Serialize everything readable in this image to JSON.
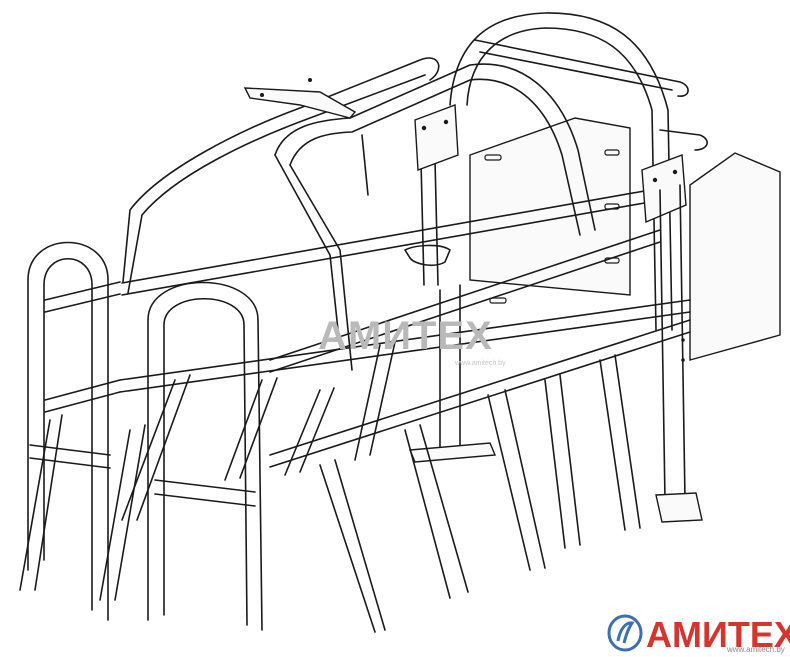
{
  "watermark": {
    "text": "АМИТЕХ",
    "site": "www.amitech.by"
  },
  "logo": {
    "text": "АМИТЕХ",
    "site": "www.amitech.by",
    "color": "#d4352f",
    "ring_color": "#3a6fb5"
  }
}
